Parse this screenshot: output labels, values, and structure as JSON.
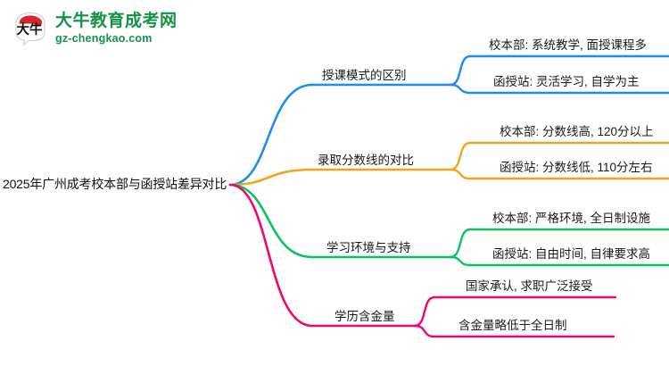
{
  "logo": {
    "mark_name": "daniu-speech-bubble-logo",
    "title": "大牛教育成考网",
    "subtitle": "gz-chengkao.com",
    "brand_color": "#159247",
    "accent_color": "#d7262a"
  },
  "mindmap": {
    "root": {
      "label": "2025年广州成考校本部与函授站差异对比"
    },
    "branches": [
      {
        "label": "授课模式的区别",
        "color": "#1b8cf0",
        "leaves": [
          {
            "label": "校本部: 系统教学, 面授课程多"
          },
          {
            "label": "函授站: 灵活学习, 自学为主"
          }
        ]
      },
      {
        "label": "录取分数线的对比",
        "color": "#f0a41b",
        "leaves": [
          {
            "label": "校本部: 分数线高, 120分以上"
          },
          {
            "label": "函授站: 分数线低, 110分左右"
          }
        ]
      },
      {
        "label": "学习环境与支持",
        "color": "#08c45c",
        "leaves": [
          {
            "label": "校本部: 严格环境, 全日制设施"
          },
          {
            "label": "函授站: 自由时间, 自律要求高"
          }
        ]
      },
      {
        "label": "学历含金量",
        "color": "#f5046e",
        "leaves": [
          {
            "label": "国家承认, 求职广泛接受"
          },
          {
            "label": "含金量略低于全日制"
          }
        ]
      }
    ]
  }
}
